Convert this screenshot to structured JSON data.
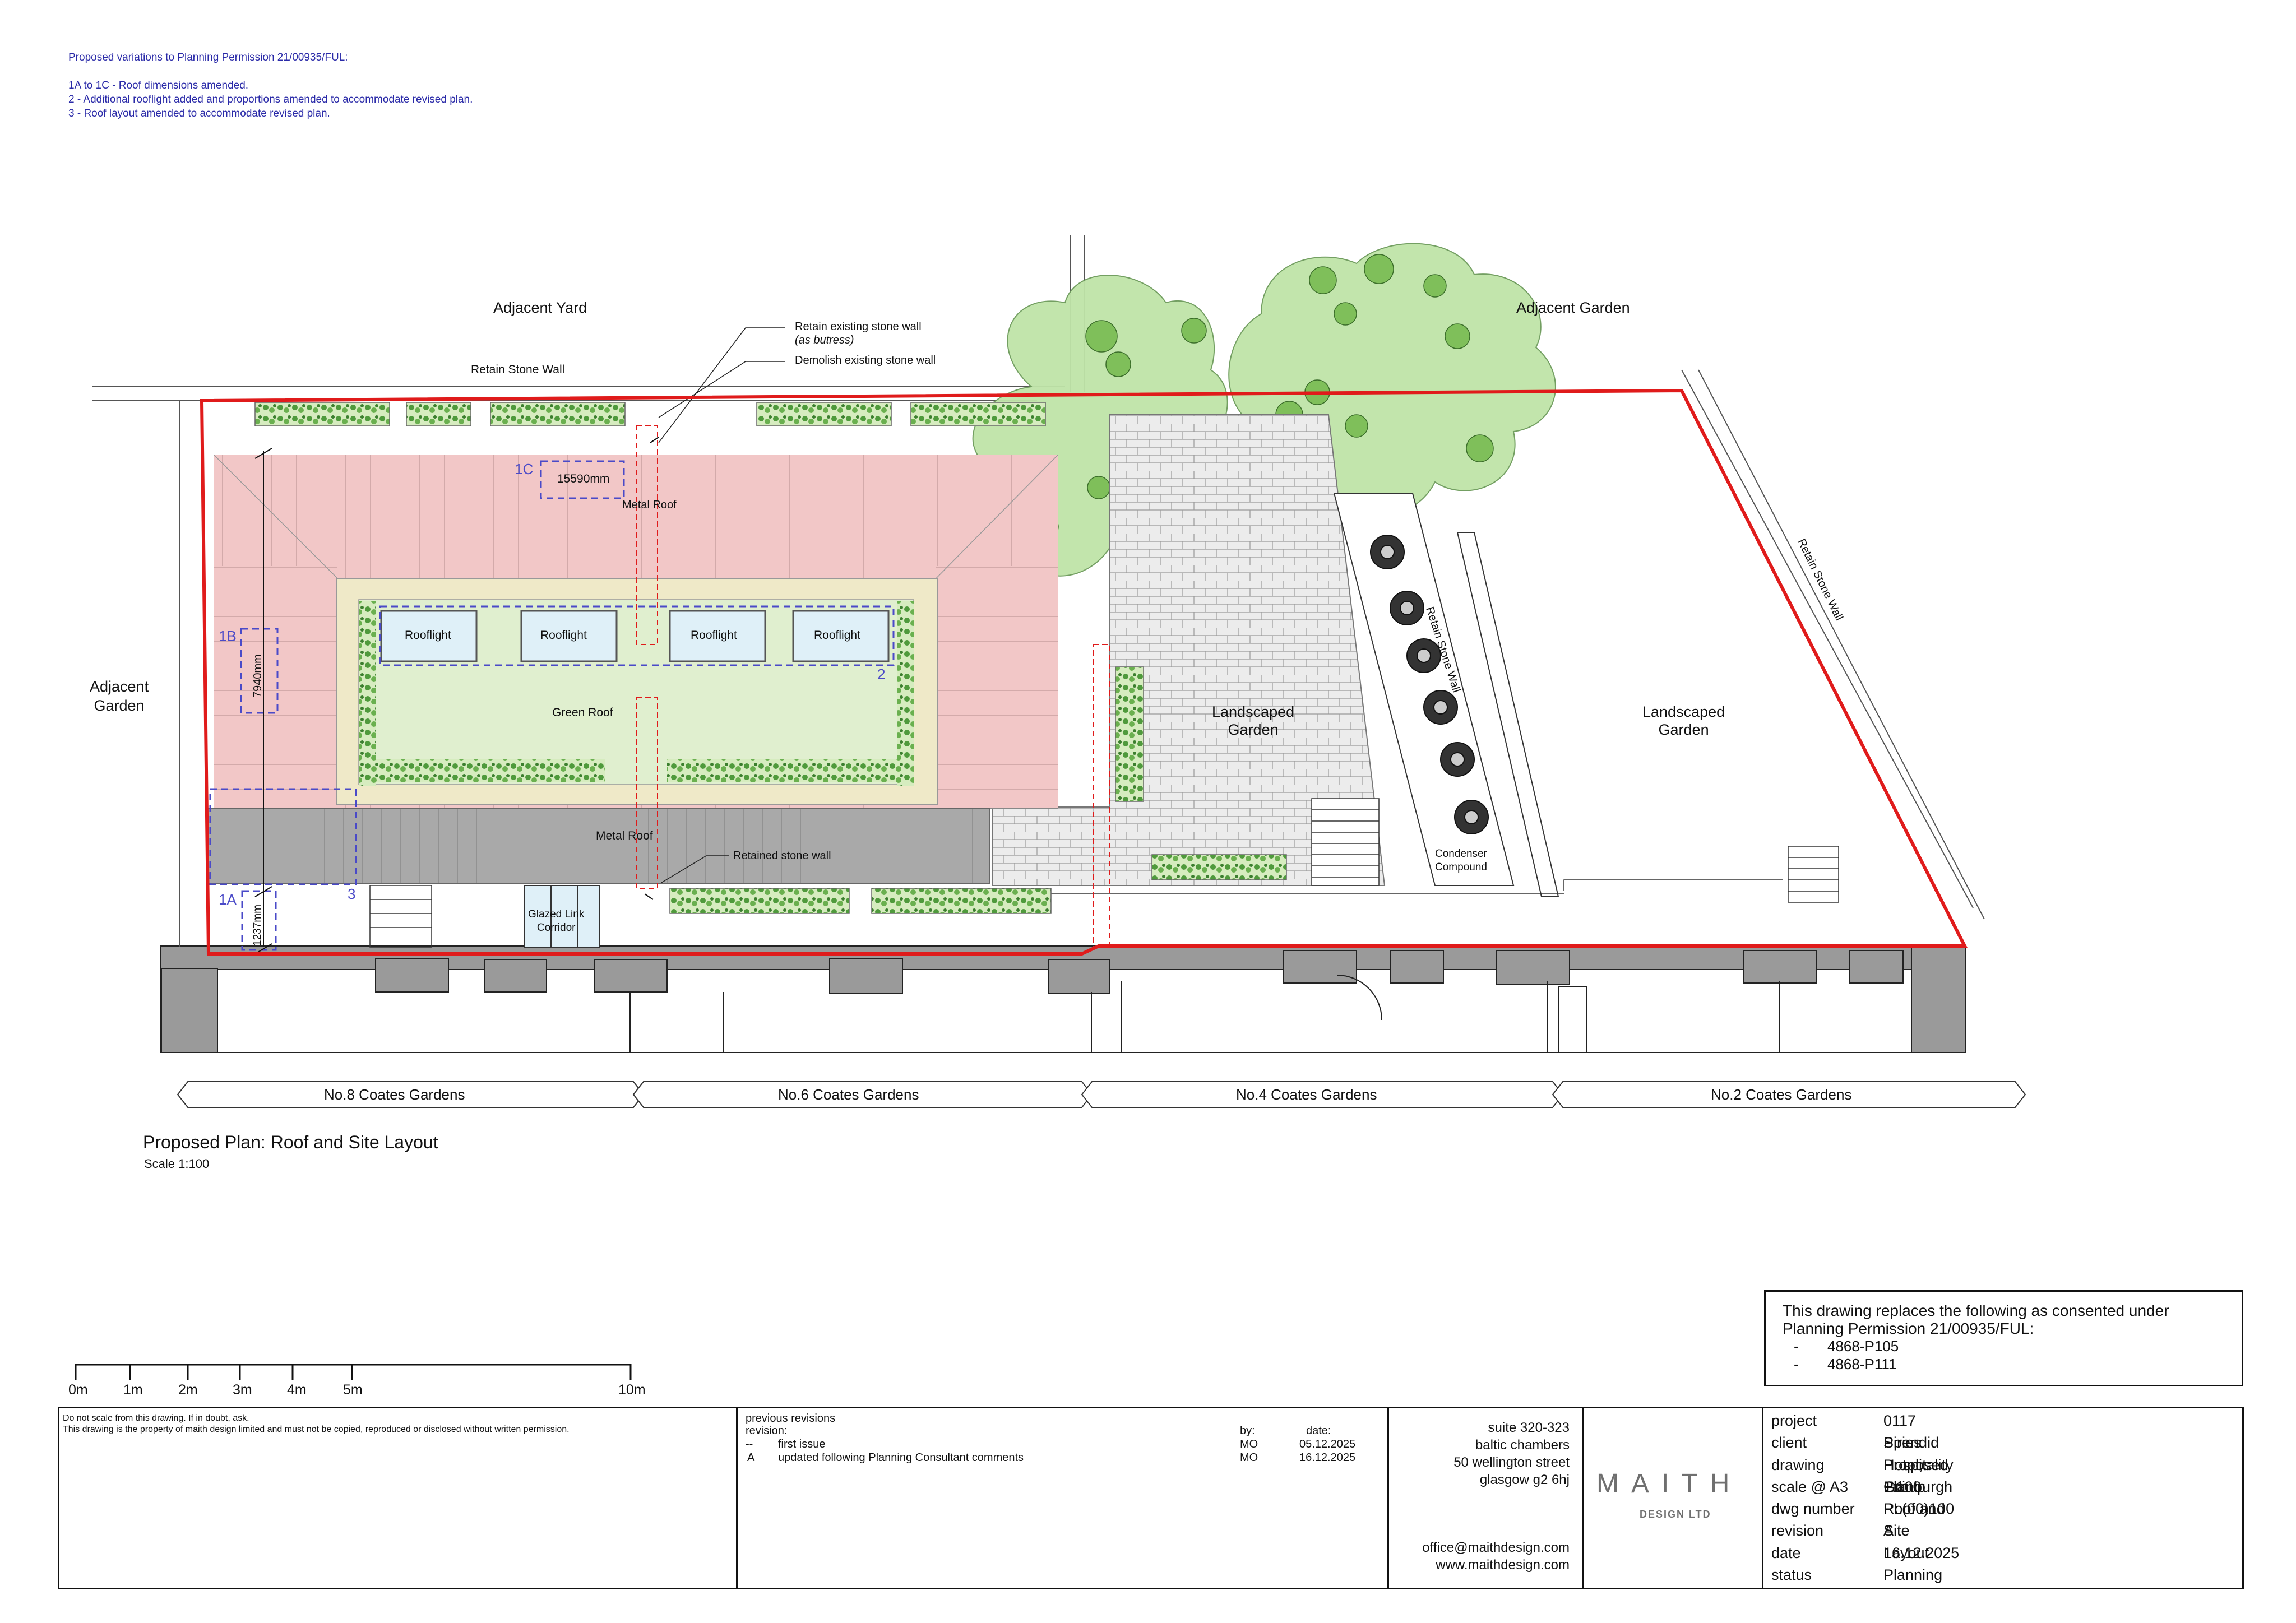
{
  "notes": {
    "heading": "Proposed variations to Planning Permission 21/00935/FUL:",
    "items": [
      "1A to 1C - Roof dimensions amended.",
      "2 - Additional rooflight added and proportions amended to accommodate revised plan.",
      "3 - Roof layout amended to accommodate revised plan."
    ]
  },
  "labels": {
    "adjacent_yard": "Adjacent Yard",
    "retain_stone_wall_top": "Retain Stone Wall",
    "retain_existing_wall": "Retain existing stone wall",
    "as_butress": "(as butress)",
    "demolish_wall": "Demolish existing stone wall",
    "adjacent_garden_top": "Adjacent Garden",
    "adjacent_garden_left_1": "Adjacent",
    "adjacent_garden_left_2": "Garden",
    "metal_roof_top": "Metal Roof",
    "metal_roof_bottom": "Metal Roof",
    "green_roof": "Green Roof",
    "rooflight": "Rooflight",
    "retained_stone_wall": "Retained stone wall",
    "glazed_link_1": "Glazed Link",
    "glazed_link_2": "Corridor",
    "landscaped_garden_1a": "Landscaped",
    "landscaped_garden_1b": "Garden",
    "landscaped_garden_2a": "Landscaped",
    "landscaped_garden_2b": "Garden",
    "condenser_1": "Condenser",
    "condenser_2": "Compound",
    "retain_stone_wall_mid": "Retain Stone Wall",
    "retain_stone_wall_right": "Retain Stone Wall"
  },
  "dimensions": {
    "d1a_tag": "1A",
    "d1a": "1237mm",
    "d1b_tag": "1B",
    "d1b": "7940mm",
    "d1c_tag": "1C",
    "d1c": "15590mm",
    "tag2": "2",
    "tag3": "3"
  },
  "properties": [
    "No.8 Coates Gardens",
    "No.6 Coates Gardens",
    "No.4 Coates Gardens",
    "No.2 Coates Gardens"
  ],
  "plan_title": "Proposed Plan: Roof and Site Layout",
  "plan_scale": "Scale 1:100",
  "scale_bar": [
    "0m",
    "1m",
    "2m",
    "3m",
    "4m",
    "5m",
    "10m"
  ],
  "replaces": {
    "line1": "This drawing replaces the following as consented under",
    "line2": "Planning Permission 21/00935/FUL:",
    "items": [
      "4868-P105",
      "4868-P111"
    ],
    "dash": "-"
  },
  "disclaimer": {
    "line1": "Do not scale from this drawing. If in doubt, ask.",
    "line2": "This drawing is the property of maith design limited and must not be copied, reproduced or disclosed without written permission."
  },
  "revisions": {
    "title": "previous revisions",
    "revision_label": "revision:",
    "by_label": "by:",
    "date_label": "date:",
    "rows": [
      {
        "rev": "--",
        "desc": "first issue",
        "by": "MO",
        "date": "05.12.2025"
      },
      {
        "rev": "A",
        "desc": "updated following Planning Consultant comments",
        "by": "MO",
        "date": "16.12.2025"
      }
    ]
  },
  "address": {
    "line1": "suite 320-323",
    "line2": "baltic chambers",
    "line3": "50 wellington street",
    "line4": "glasgow g2 6hj",
    "email": "office@maithdesign.com",
    "web": "www.maithdesign.com"
  },
  "logo": {
    "name": "MAITH",
    "sub": "DESIGN LTD"
  },
  "title_block": [
    {
      "label": "project",
      "value": "0117 Piries Hotel, Edinburgh"
    },
    {
      "label": "client",
      "value": "Spendid Hospitality Group"
    },
    {
      "label": "drawing",
      "value": "Proposed Plan: Roof and Site Layout"
    },
    {
      "label": "scale @ A3",
      "value": "1:100"
    },
    {
      "label": "dwg number",
      "value": "PL(00)100"
    },
    {
      "label": "revision",
      "value": "A"
    },
    {
      "label": "date",
      "value": "16.12.2025"
    },
    {
      "label": "status",
      "value": "Planning"
    }
  ],
  "colors": {
    "boundary": "#e01b1b",
    "roof_pink": "#f2c7c7",
    "metal_grey": "#a9a9a9",
    "green_roof": "#e0efcf",
    "tree": "#b9e2a3",
    "annotation_blue": "#4a4ac8"
  }
}
